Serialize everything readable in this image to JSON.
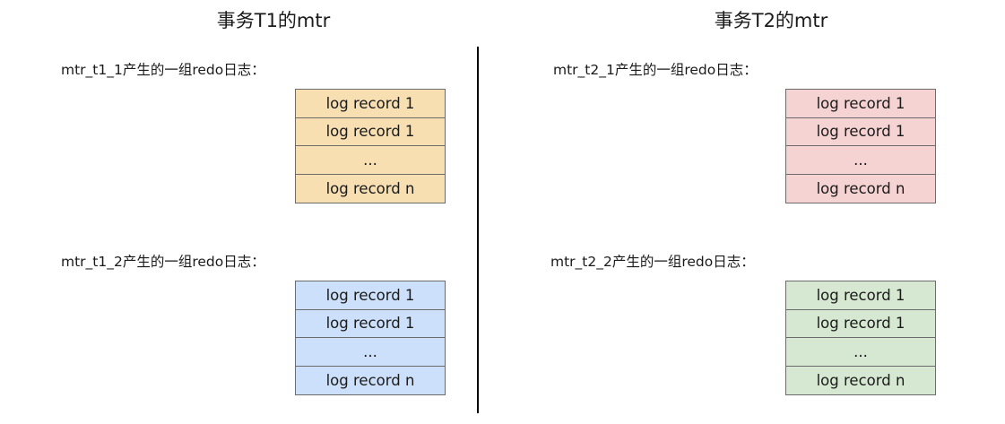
{
  "diagram": {
    "left": {
      "title": "事务T1的mtr",
      "groups": [
        {
          "caption": "mtr_t1_1产生的一组redo日志：",
          "color": "#f8dfb2",
          "records": [
            "log record 1",
            "log record 1",
            "...",
            "log record n"
          ]
        },
        {
          "caption": "mtr_t1_2产生的一组redo日志：",
          "color": "#cce0fb",
          "records": [
            "log record 1",
            "log record 1",
            "...",
            "log record n"
          ]
        }
      ]
    },
    "right": {
      "title": "事务T2的mtr",
      "groups": [
        {
          "caption": "mtr_t2_1产生的一组redo日志：",
          "color": "#f5d3d3",
          "records": [
            "log record 1",
            "log record 1",
            "...",
            "log record n"
          ]
        },
        {
          "caption": "mtr_t2_2产生的一组redo日志：",
          "color": "#d6e8d2",
          "records": [
            "log record 1",
            "log record 1",
            "...",
            "log record n"
          ]
        }
      ]
    }
  }
}
